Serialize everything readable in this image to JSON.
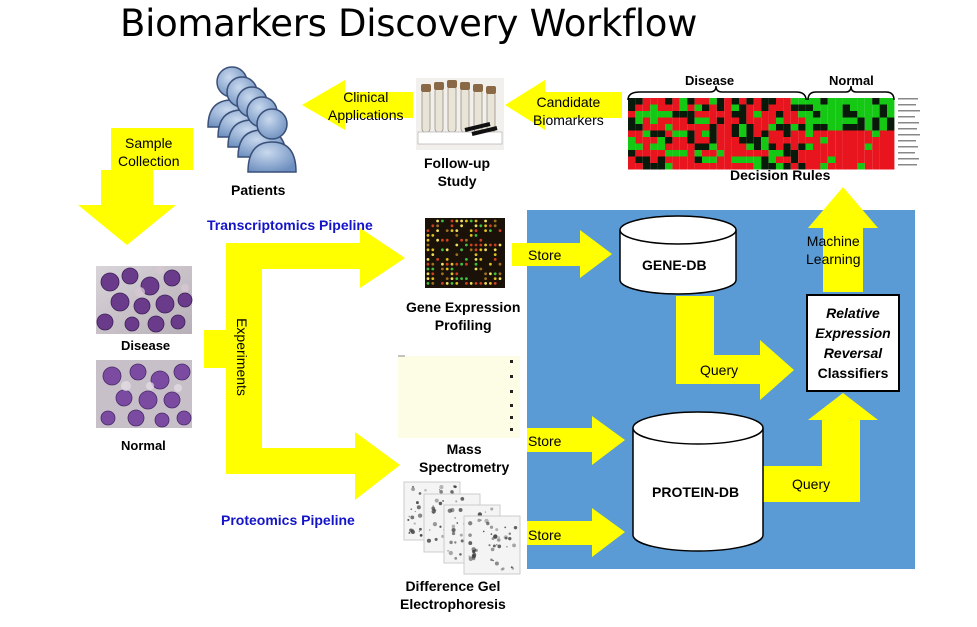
{
  "title": "Biomarkers Discovery Workflow",
  "labels": {
    "sample_collection_1": "Sample",
    "sample_collection_2": "Collection",
    "patients": "Patients",
    "clinical_1": "Clinical",
    "clinical_2": "Applications",
    "followup_1": "Follow-up",
    "followup_2": "Study",
    "candidate_1": "Candidate",
    "candidate_2": "Biomarkers",
    "heatmap_disease": "Disease",
    "heatmap_normal": "Normal",
    "decision_rules": "Decision Rules",
    "transcriptomics": "Transcriptomics Pipeline",
    "proteomics": "Proteomics Pipeline",
    "disease_sample": "Disease",
    "normal_sample": "Normal",
    "experiments": "Experiments",
    "gene_expr_1": "Gene Expression",
    "gene_expr_2": "Profiling",
    "mass_spec_1": "Mass",
    "mass_spec_2": "Spectrometry",
    "dge_1": "Difference Gel",
    "dge_2": "Electrophoresis",
    "store_gene": "Store",
    "store_mass": "Store",
    "store_dge": "Store",
    "gene_db": "GENE-DB",
    "protein_db": "PROTEIN-DB",
    "query_gene": "Query",
    "query_protein": "Query",
    "machine_1": "Machine",
    "machine_2": "Learning",
    "rer_1": "Relative",
    "rer_2": "Expression",
    "rer_3": "Reversal",
    "rer_4": "Classifiers"
  },
  "colors": {
    "arrow": "#ffff00",
    "panel": "#5b9bd5",
    "pipeline_text": "#1414c8",
    "heat_red": "#e8141e",
    "heat_green": "#14c814"
  }
}
